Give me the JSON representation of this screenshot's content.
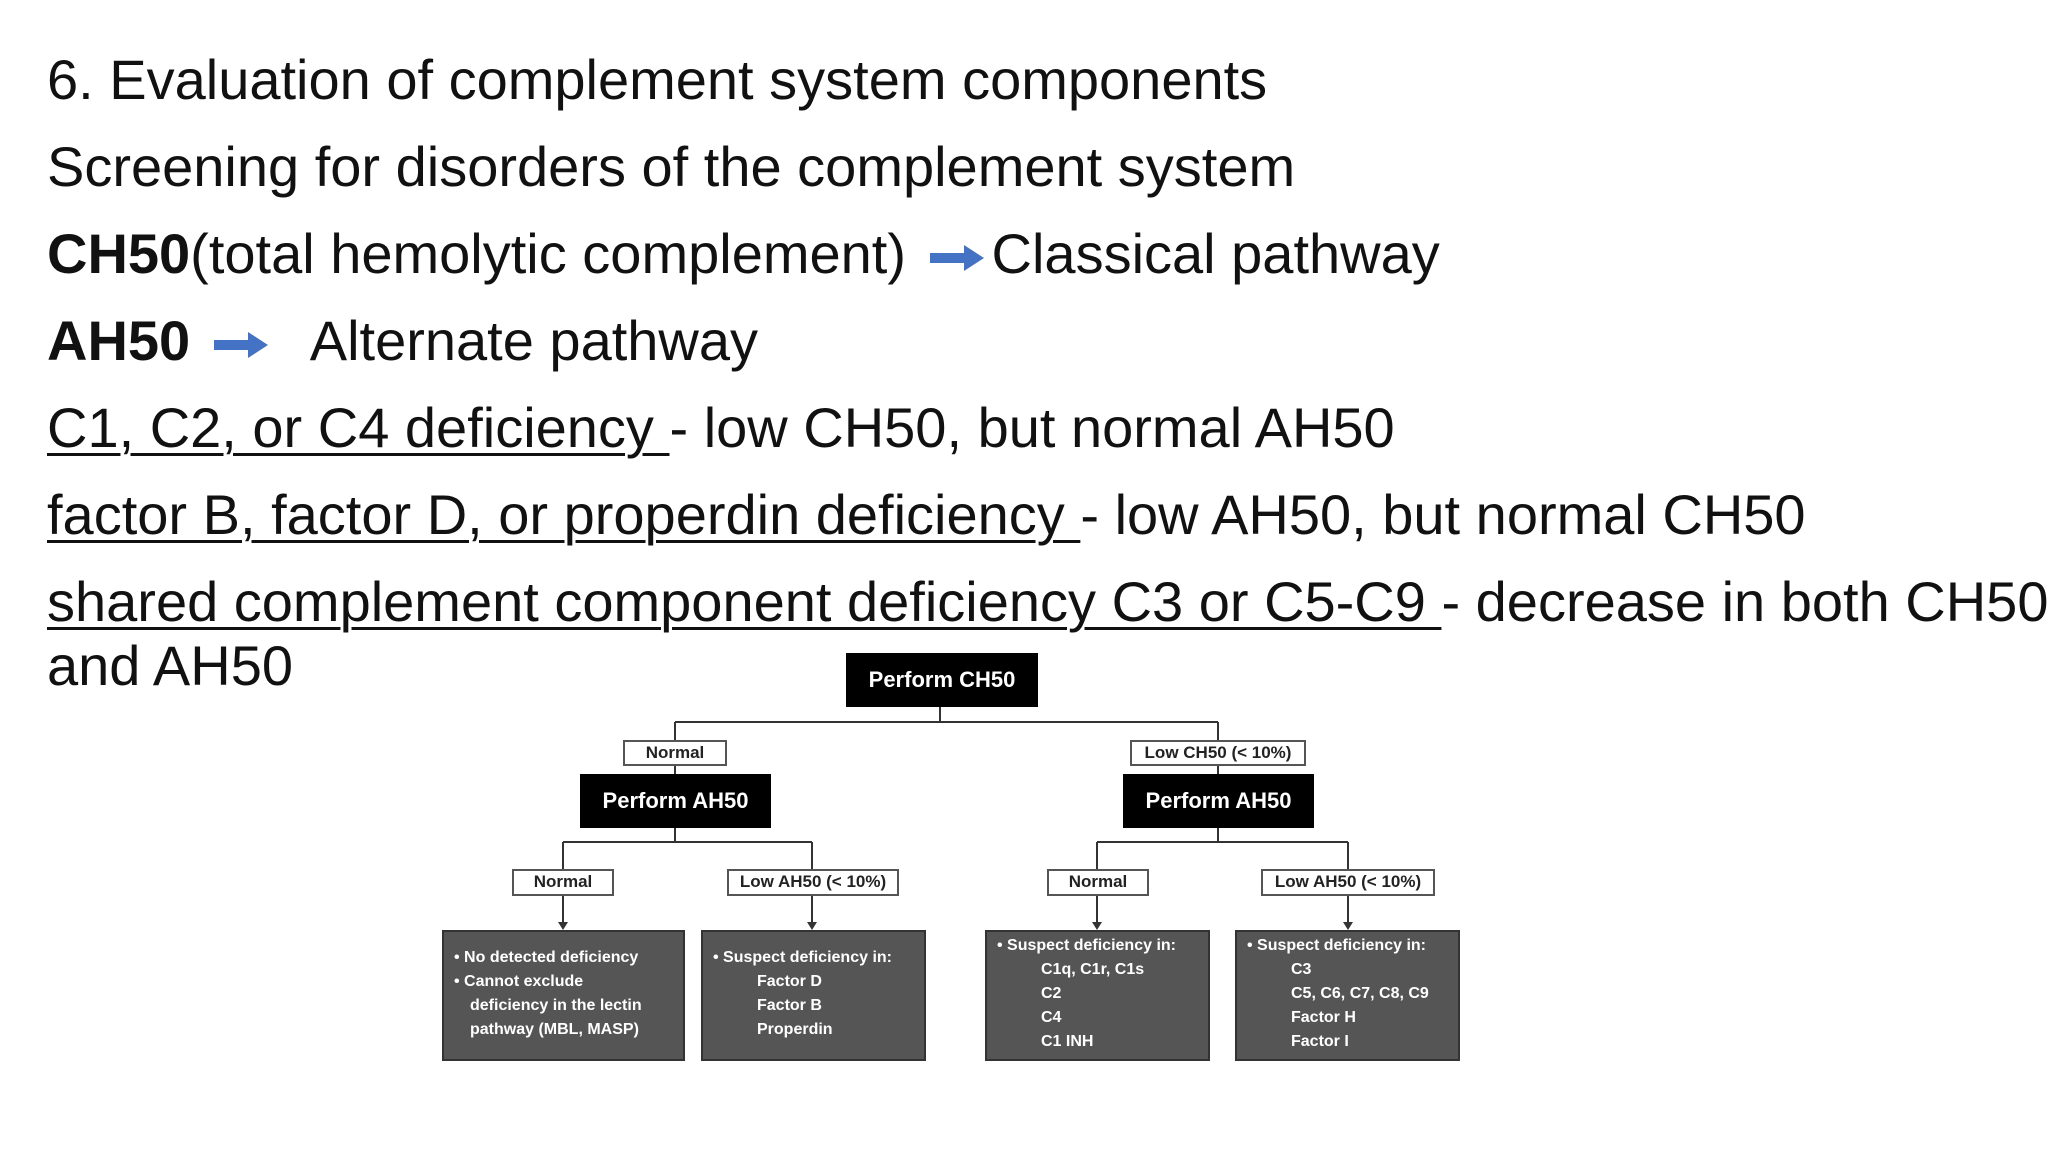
{
  "slide": {
    "line1": "6. Evaluation of complement system components",
    "line2": "Screening for disorders of the complement system",
    "line3": {
      "bold": "CH50",
      "text": "(total hemolytic complement)",
      "after": "Classical pathway"
    },
    "line4": {
      "bold": "AH50",
      "after": "Alternate pathway"
    },
    "line5": {
      "underlined": "C1, C2, or C4 deficiency ",
      "rest": "- low CH50, but normal AH50"
    },
    "line6": {
      "underlined": "factor B, factor D, or properdin deficiency ",
      "rest": "- low AH50, but normal CH50"
    },
    "line7": {
      "underlined": "shared complement component deficiency C3 or C5-C9 ",
      "rest": "- decrease in both CH50"
    },
    "line8": "and AH50",
    "arrow_color": "#4472C4"
  },
  "diagram": {
    "root": "Perform CH50",
    "left_label": "Normal",
    "right_label": "Low CH50 (< 10%)",
    "left_test": "Perform AH50",
    "right_test": "Perform AH50",
    "ll_label": "Normal",
    "lr_label": "Low AH50 (< 10%)",
    "rl_label": "Normal",
    "rr_label": "Low AH50 (< 10%)",
    "result1": [
      "No detected deficiency",
      "Cannot exclude",
      "deficiency in the lectin",
      "pathway (MBL, MASP)"
    ],
    "result2": {
      "header": "Suspect deficiency in:",
      "items": [
        "Factor D",
        "Factor B",
        "Properdin"
      ]
    },
    "result3": {
      "header": "Suspect deficiency in:",
      "items": [
        "C1q, C1r, C1s",
        "C2",
        "C4",
        "C1 INH"
      ]
    },
    "result4": {
      "header": "Suspect deficiency in:",
      "items": [
        "C3",
        "C5, C6, C7, C8, C9",
        "Factor H",
        "Factor I"
      ]
    }
  }
}
